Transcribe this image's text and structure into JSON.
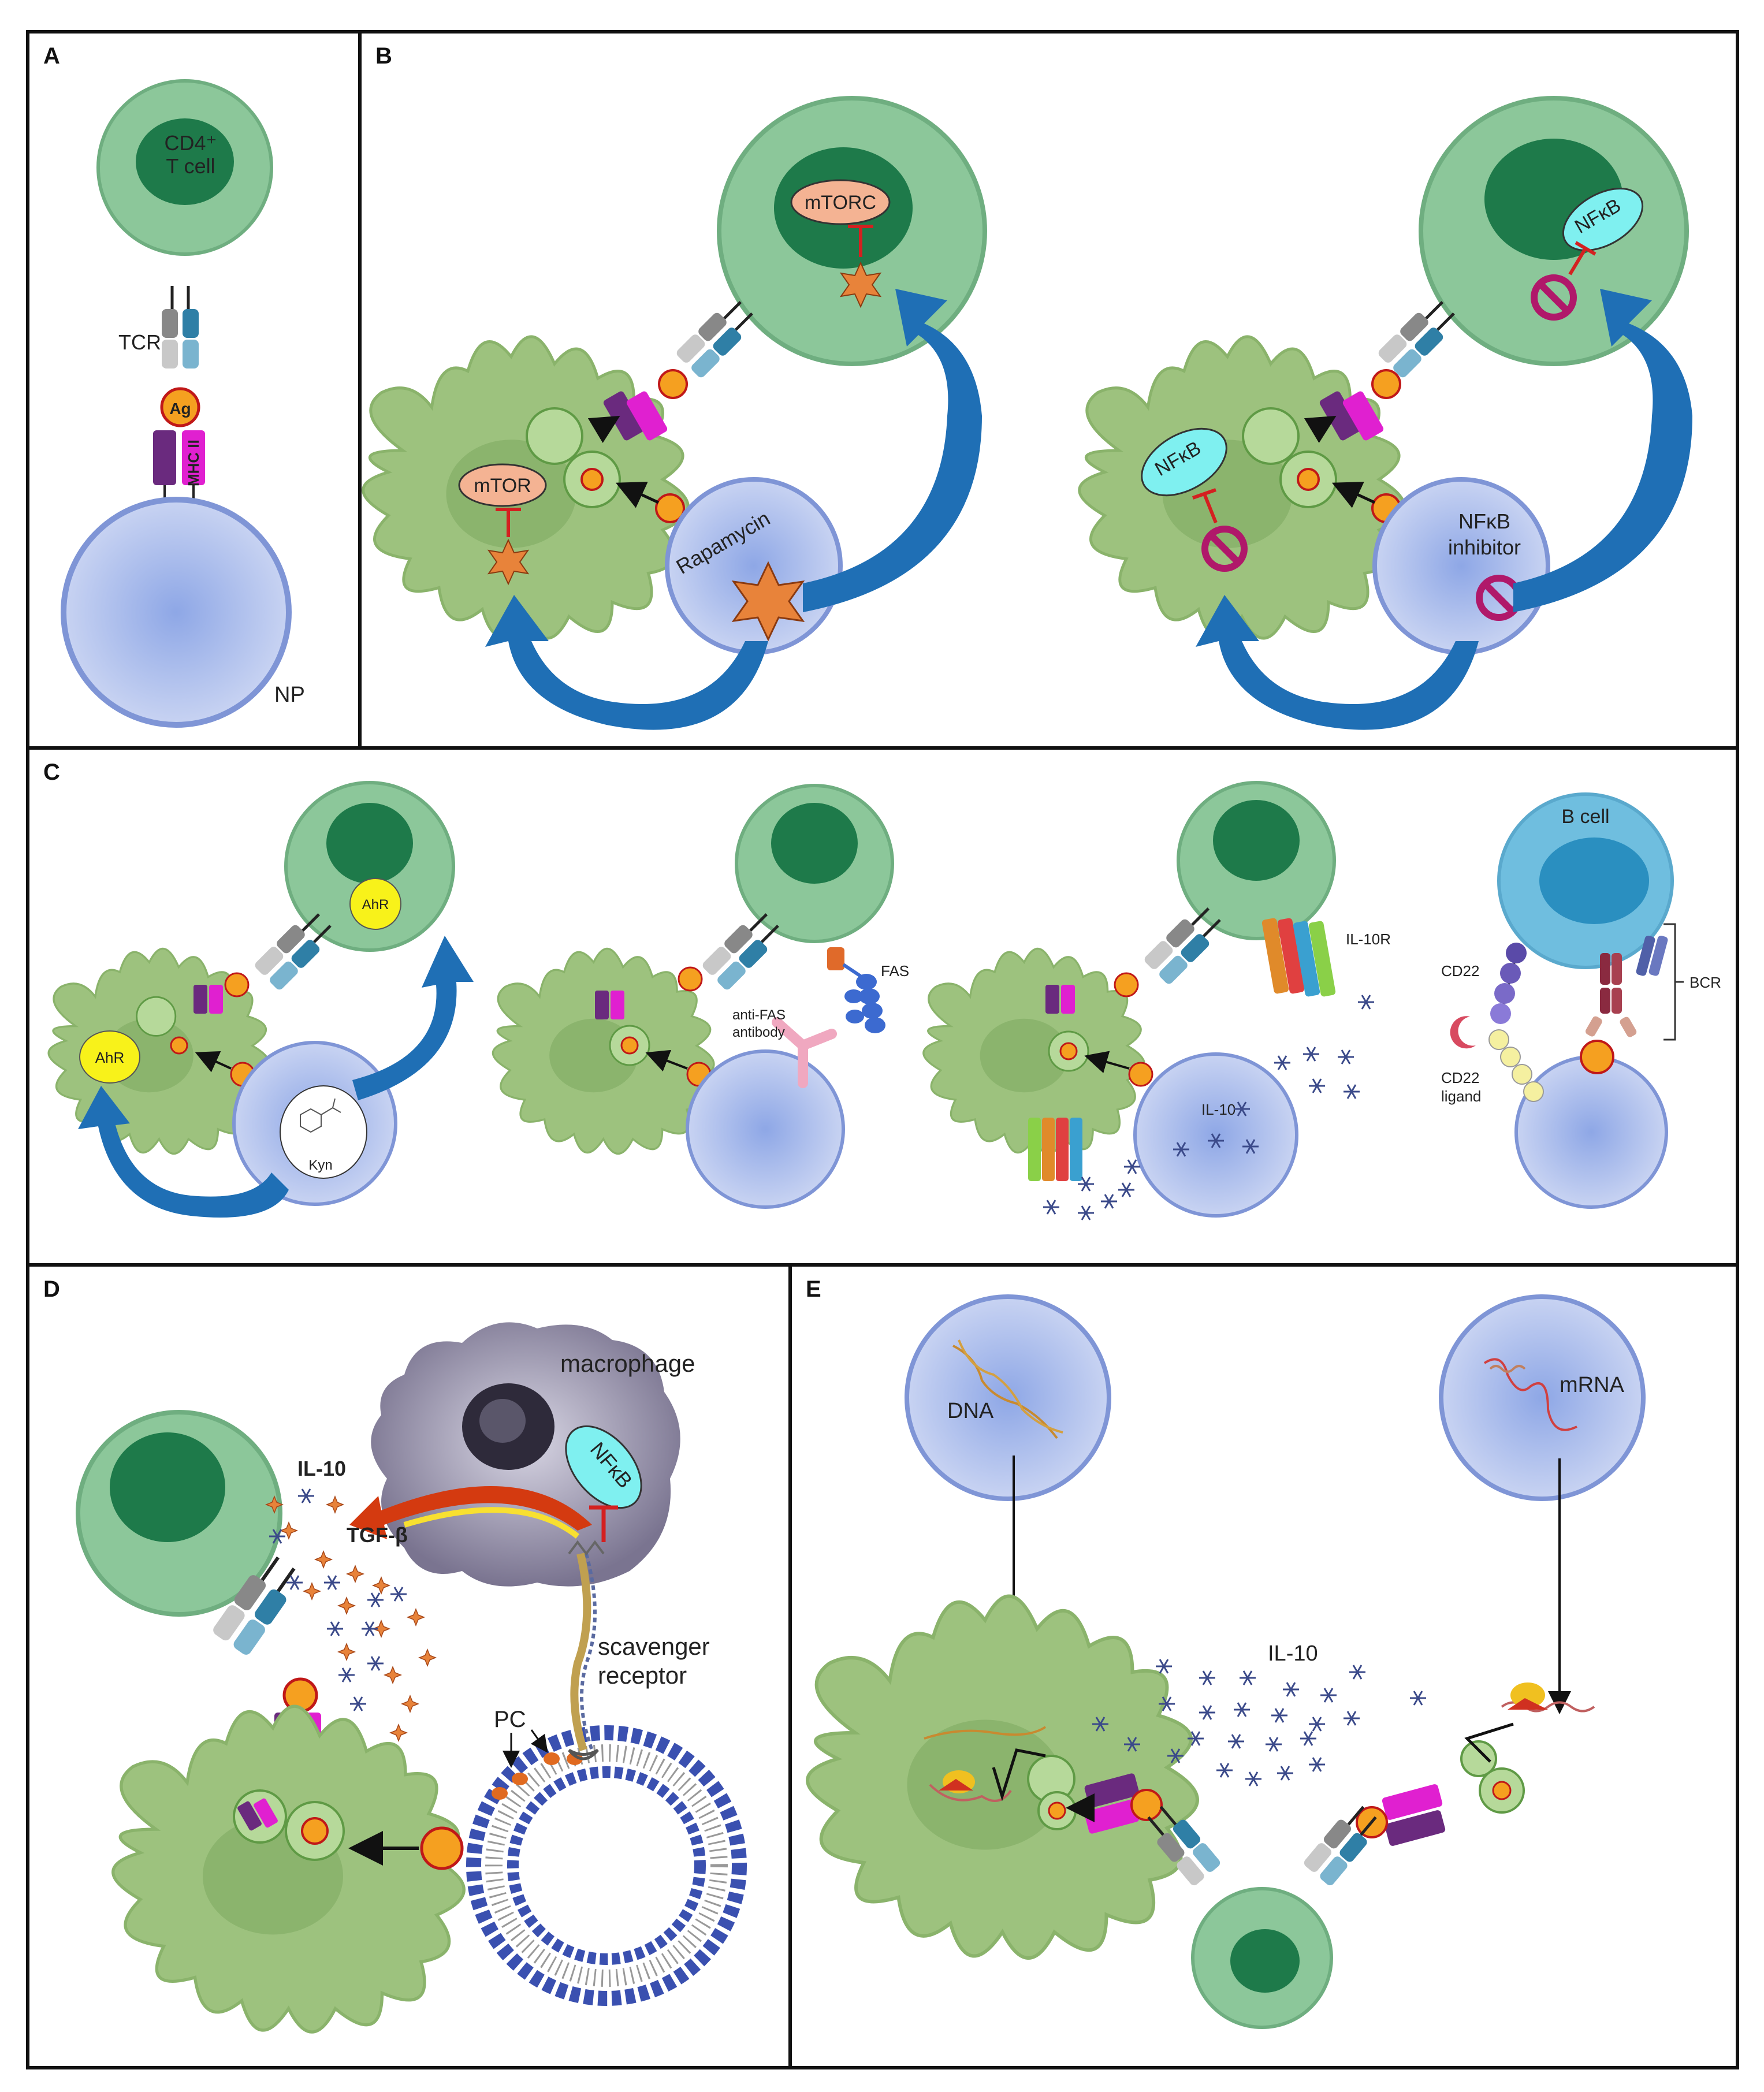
{
  "panels": {
    "A": {
      "letter": "A",
      "t_cell": "CD4⁺",
      "t_cell_sub": "T cell",
      "tcr": "TCR",
      "ag": "Ag",
      "mhc": "MHC II",
      "np": "NP"
    },
    "B": {
      "letter": "B",
      "left": {
        "mtorc": "mTORC",
        "mtor": "mTOR",
        "drug": "Rapamycin"
      },
      "right": {
        "nfkb_tcell": "NFκB",
        "nfkb_dc": "NFκB",
        "inhibitor_line1": "NFκB",
        "inhibitor_line2": "inhibitor"
      }
    },
    "C": {
      "letter": "C",
      "ahr_tcell": "AhR",
      "ahr_dc": "AhR",
      "kyn": "Kyn",
      "fas": "FAS",
      "anti_fas_line1": "anti-FAS",
      "anti_fas_line2": "antibody",
      "il10r": "IL-10R",
      "il10": "IL-10",
      "bcell": "B cell",
      "cd22": "CD22",
      "cd22_ligand_line1": "CD22",
      "cd22_ligand_line2": "ligand",
      "bcr": "BCR"
    },
    "D": {
      "letter": "D",
      "macrophage": "macrophage",
      "nfkb": "NFκB",
      "il10": "IL-10",
      "tgfb": "TGF-β",
      "scavenger_line1": "scavenger",
      "scavenger_line2": "receptor",
      "pc": "PC"
    },
    "E": {
      "letter": "E",
      "dna": "DNA",
      "mrna": "mRNA",
      "il10": "IL-10"
    }
  },
  "colors": {
    "tcell": "#8cc79a",
    "tcell_nucleus": "#1e7a4a",
    "dc": "#9dc27e",
    "np": "#b7c6ee",
    "arrow_blue": "#1f6fb5",
    "mhc_magenta": "#e020d0",
    "mhc_purple": "#6a2a7e",
    "antigen": "#f5a020",
    "nfkb": "#7ff0f0",
    "mtor": "#f4b393",
    "inhibitor": "#b0186a",
    "bcell": "#6fbedf"
  }
}
